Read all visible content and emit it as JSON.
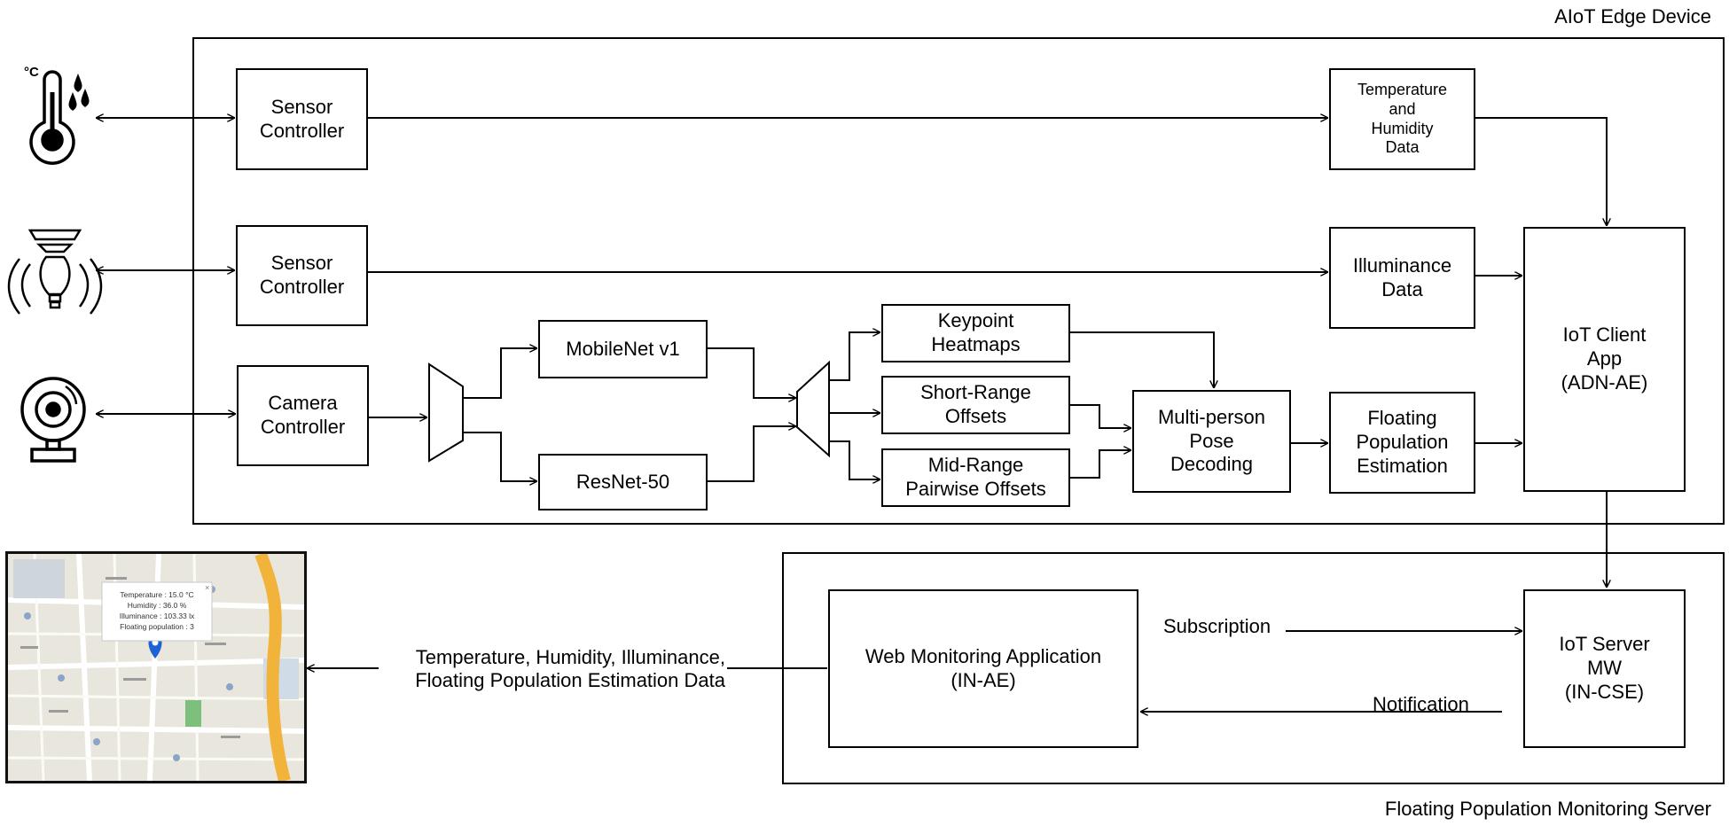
{
  "regions": {
    "edge_device": "AIoT Edge Device",
    "server": "Floating Population Monitoring Server"
  },
  "nodes": {
    "sensor_controller_1": "Sensor\nController",
    "sensor_controller_2": "Sensor\nController",
    "camera_controller": "Camera\nController",
    "mobilenet": "MobileNet v1",
    "resnet": "ResNet-50",
    "keypoint": "Keypoint\nHeatmaps",
    "short_range": "Short-Range\nOffsets",
    "mid_range": "Mid-Range\nPairwise Offsets",
    "pose_decoding": "Multi-person\nPose\nDecoding",
    "temp_humidity": "Temperature\nand\nHumidity\nData",
    "illuminance": "Illuminance\nData",
    "floating_population": "Floating\nPopulation\nEstimation",
    "iot_client": "IoT Client\nApp\n(ADN-AE)",
    "web_monitoring": "Web Monitoring Application\n(IN-AE)",
    "iot_server": "IoT Server\nMW\n(IN-CSE)"
  },
  "edges": {
    "subscription": "Subscription",
    "notification": "Notification",
    "output_data": "Temperature, Humidity, Illuminance,\nFloating Population Estimation Data"
  },
  "map_popup": [
    "Temperature : 15.0 °C",
    "Humidity : 36.0 %",
    "Illuminance : 103.33 lx",
    "Floating population : 3"
  ],
  "icons": [
    "thermometer-icon",
    "light-sensor-icon",
    "webcam-icon",
    "map-screenshot"
  ]
}
